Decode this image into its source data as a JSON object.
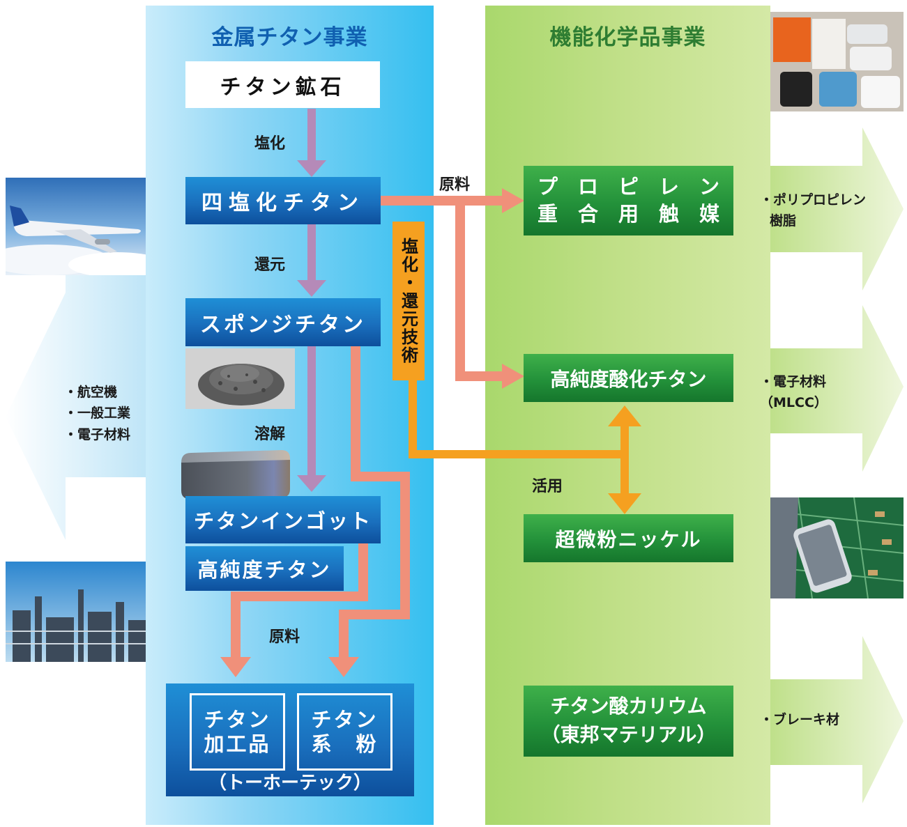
{
  "metal": {
    "title": "金属チタン事業",
    "ore": "チタン鉱石",
    "step_chlorination": "塩化",
    "ticl4": "四塩化チタン",
    "step_reduction": "還元",
    "sponge": "スポンジチタン",
    "step_melting": "溶解",
    "ingot": "チタンインゴット",
    "high_purity": "高純度チタン",
    "material_label": "原料",
    "product_processed_line1": "チタン",
    "product_processed_line2": "加工品",
    "product_powder_line1": "チタン",
    "product_powder_line2": "系　粉",
    "subsidiary": "（トーホーテック）"
  },
  "left_applications": [
    "・航空機",
    "・一般工業",
    "・電子材料"
  ],
  "cross": {
    "material_label": "原料",
    "technology_label": "塩化・還元技術",
    "utilize_label": "活用"
  },
  "chem": {
    "title": "機能化学品事業",
    "catalyst_line1": "プ　ロ　ピ　レ　ン",
    "catalyst_line2": "重　合　用　触　媒",
    "tio2": "高純度酸化チタン",
    "nickel": "超微粉ニッケル",
    "titanate_line1": "チタン酸カリウム",
    "titanate_line2": "（東邦マテリアル）"
  },
  "right_applications": {
    "pp_line1": "・ポリプロピレン",
    "pp_line2": "樹脂",
    "elec_line1": "・電子材料",
    "elec_line2": "（MLCC）",
    "brake": "・ブレーキ材"
  },
  "colors": {
    "metal_box": "#1a6fbd",
    "chem_box": "#23913a",
    "flow_arrow": "#b58ab8",
    "material_arrow": "#f0907a",
    "tech_arrow": "#f5a020",
    "metal_title": "#1060b0",
    "chem_title": "#2e7d32"
  }
}
